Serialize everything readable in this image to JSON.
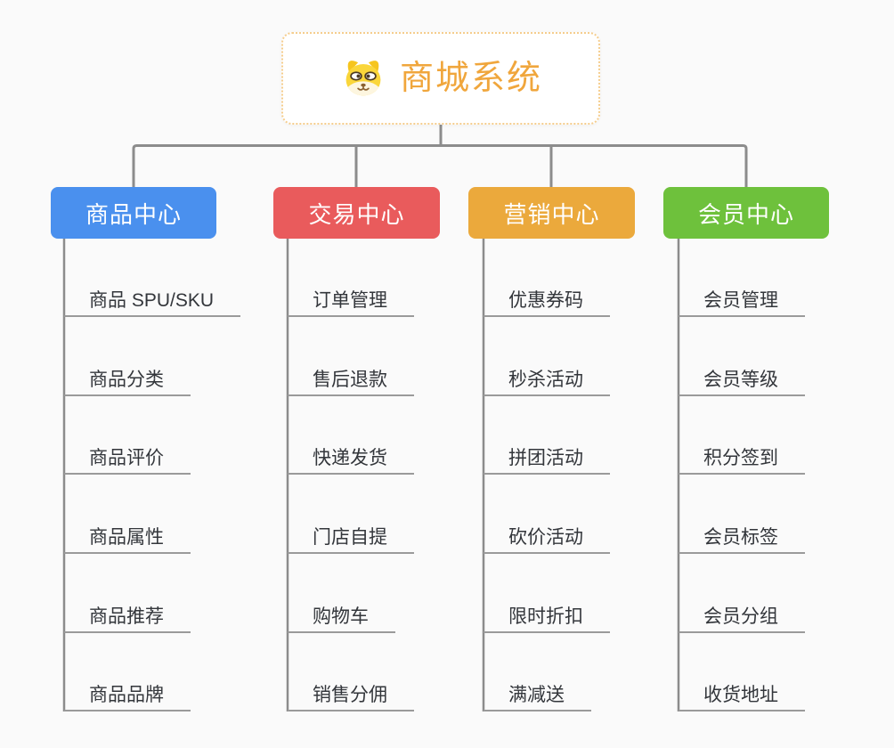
{
  "root": {
    "title": "商城系统",
    "accent_color": "#f0a63c",
    "border_color": "#f5cd8d",
    "icon": "doge-icon"
  },
  "style": {
    "background": "#fafafa",
    "connector_color": "#8c8c8c",
    "underline_color": "#9a9a9a",
    "child_text_color": "#33363b"
  },
  "branches": [
    {
      "label": "商品中心",
      "color": "#4a90ee",
      "children": [
        "商品 SPU/SKU",
        "商品分类",
        "商品评价",
        "商品属性",
        "商品推荐",
        "商品品牌"
      ]
    },
    {
      "label": "交易中心",
      "color": "#e95b5c",
      "children": [
        "订单管理",
        "售后退款",
        "快递发货",
        "门店自提",
        "购物车",
        "销售分佣"
      ]
    },
    {
      "label": "营销中心",
      "color": "#eba93c",
      "children": [
        "优惠券码",
        "秒杀活动",
        "拼团活动",
        "砍价活动",
        "限时折扣",
        "满减送"
      ]
    },
    {
      "label": "会员中心",
      "color": "#6ec13c",
      "children": [
        "会员管理",
        "会员等级",
        "积分签到",
        "会员标签",
        "会员分组",
        "收货地址"
      ]
    }
  ]
}
